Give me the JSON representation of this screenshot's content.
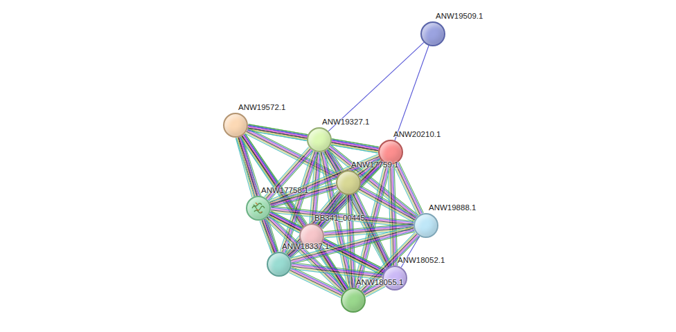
{
  "diagram": {
    "nodes": [
      {
        "text": [
          "ANW19509.1"
        ]
      },
      {
        "text": [
          "ANW19572.1"
        ]
      },
      {
        "text": [
          "ANW19327.1"
        ]
      },
      {
        "text": [
          "ANW20210.1"
        ]
      },
      {
        "text": [
          "ANW17759.1"
        ]
      },
      {
        "text": [
          "ANW17758.1"
        ]
      },
      {
        "text": [
          "BB341_00445"
        ]
      },
      {
        "text": [
          "ANW19888.1"
        ]
      },
      {
        "text": [
          "ANW18337.1"
        ]
      },
      {
        "text": [
          "ANW18055.1"
        ]
      },
      {
        "text": [
          "ANW18052.1"
        ]
      }
    ],
    "edges": [
      {
        "from": 0,
        "to": 2,
        "arrow": "none"
      },
      {
        "from": 0,
        "to": 3,
        "arrow": "none"
      },
      {
        "from": 1,
        "to": 2,
        "arrow": "none"
      },
      {
        "from": 1,
        "to": 3,
        "arrow": "none"
      },
      {
        "from": 1,
        "to": 4,
        "arrow": "none"
      },
      {
        "from": 1,
        "to": 5,
        "arrow": "none"
      },
      {
        "from": 1,
        "to": 6,
        "arrow": "none"
      },
      {
        "from": 1,
        "to": 8,
        "arrow": "none"
      },
      {
        "from": 1,
        "to": 9,
        "arrow": "none"
      },
      {
        "from": 2,
        "to": 3,
        "arrow": "none"
      },
      {
        "from": 2,
        "to": 4,
        "arrow": "none"
      },
      {
        "from": 2,
        "to": 5,
        "arrow": "none"
      },
      {
        "from": 2,
        "to": 6,
        "arrow": "none"
      },
      {
        "from": 2,
        "to": 7,
        "arrow": "none"
      },
      {
        "from": 2,
        "to": 8,
        "arrow": "none"
      },
      {
        "from": 2,
        "to": 9,
        "arrow": "none"
      },
      {
        "from": 2,
        "to": 10,
        "arrow": "none"
      },
      {
        "from": 3,
        "to": 4,
        "arrow": "none"
      },
      {
        "from": 3,
        "to": 5,
        "arrow": "none"
      },
      {
        "from": 3,
        "to": 6,
        "arrow": "none"
      },
      {
        "from": 3,
        "to": 7,
        "arrow": "none"
      },
      {
        "from": 3,
        "to": 8,
        "arrow": "none"
      },
      {
        "from": 3,
        "to": 9,
        "arrow": "none"
      },
      {
        "from": 3,
        "to": 10,
        "arrow": "none"
      },
      {
        "from": 4,
        "to": 5,
        "arrow": "none"
      },
      {
        "from": 4,
        "to": 6,
        "arrow": "none"
      },
      {
        "from": 4,
        "to": 7,
        "arrow": "none"
      },
      {
        "from": 4,
        "to": 8,
        "arrow": "none"
      },
      {
        "from": 4,
        "to": 9,
        "arrow": "none"
      },
      {
        "from": 4,
        "to": 10,
        "arrow": "none"
      },
      {
        "from": 5,
        "to": 6,
        "arrow": "none"
      },
      {
        "from": 5,
        "to": 7,
        "arrow": "none"
      },
      {
        "from": 5,
        "to": 8,
        "arrow": "none"
      },
      {
        "from": 5,
        "to": 9,
        "arrow": "none"
      },
      {
        "from": 5,
        "to": 10,
        "arrow": "none"
      },
      {
        "from": 6,
        "to": 7,
        "arrow": "none"
      },
      {
        "from": 6,
        "to": 8,
        "arrow": "none"
      },
      {
        "from": 6,
        "to": 9,
        "arrow": "none"
      },
      {
        "from": 6,
        "to": 10,
        "arrow": "none"
      },
      {
        "from": 7,
        "to": 8,
        "arrow": "none"
      },
      {
        "from": 7,
        "to": 9,
        "arrow": "none"
      },
      {
        "from": 7,
        "to": 10,
        "arrow": "none"
      },
      {
        "from": 8,
        "to": 9,
        "arrow": "none"
      },
      {
        "from": 8,
        "to": 10,
        "arrow": "none"
      },
      {
        "from": 9,
        "to": 10,
        "arrow": "none"
      }
    ]
  }
}
